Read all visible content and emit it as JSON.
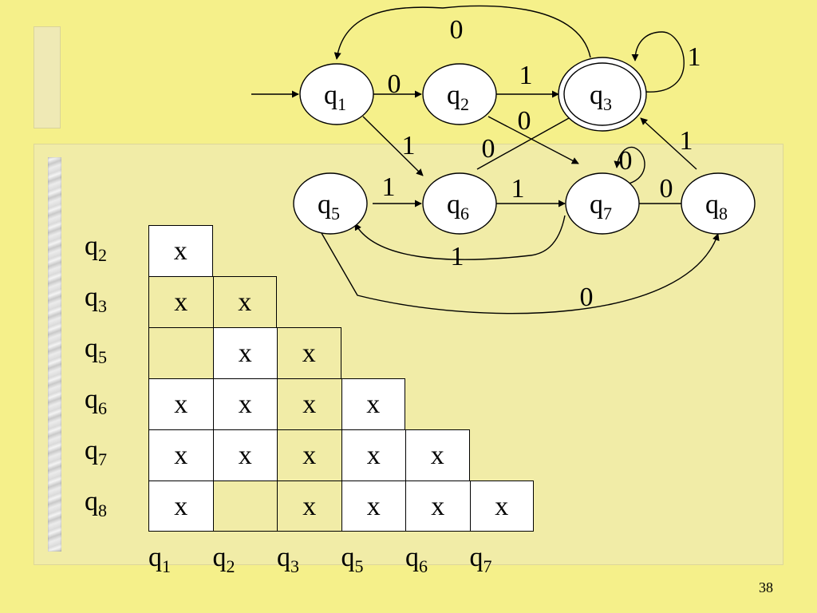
{
  "states": [
    {
      "id": "q1",
      "base": "q",
      "sub": "1"
    },
    {
      "id": "q2",
      "base": "q",
      "sub": "2"
    },
    {
      "id": "q3",
      "base": "q",
      "sub": "3"
    },
    {
      "id": "q5",
      "base": "q",
      "sub": "5"
    },
    {
      "id": "q6",
      "base": "q",
      "sub": "6"
    },
    {
      "id": "q7",
      "base": "q",
      "sub": "7"
    },
    {
      "id": "q8",
      "base": "q",
      "sub": "8"
    }
  ],
  "start_state": "q1",
  "accepting_states": [
    "q3"
  ],
  "transitions": [
    {
      "from": "q3",
      "to": "q1",
      "symbol": "0"
    },
    {
      "from": "q3",
      "to": "q3",
      "symbol": "1"
    },
    {
      "from": "q1",
      "to": "q2",
      "symbol": "0"
    },
    {
      "from": "q2",
      "to": "q3",
      "symbol": "1"
    },
    {
      "from": "q2",
      "to": "q7",
      "symbol": "0"
    },
    {
      "from": "q1",
      "to": "q6",
      "symbol": "1"
    },
    {
      "from": "q6",
      "to": "q3",
      "symbol": "0"
    },
    {
      "from": "q8",
      "to": "q3",
      "symbol": "1"
    },
    {
      "from": "q7",
      "to": "q7",
      "symbol": "0"
    },
    {
      "from": "q5",
      "to": "q6",
      "symbol": "1"
    },
    {
      "from": "q6",
      "to": "q7",
      "symbol": "1"
    },
    {
      "from": "q8",
      "to": "q7",
      "symbol": "0"
    },
    {
      "from": "q7",
      "to": "q5",
      "symbol": "1"
    },
    {
      "from": "q5",
      "to": "q8",
      "symbol": "0"
    }
  ],
  "table": {
    "row_labels": [
      {
        "base": "q",
        "sub": "2"
      },
      {
        "base": "q",
        "sub": "3"
      },
      {
        "base": "q",
        "sub": "5"
      },
      {
        "base": "q",
        "sub": "6"
      },
      {
        "base": "q",
        "sub": "7"
      },
      {
        "base": "q",
        "sub": "8"
      }
    ],
    "col_labels": [
      {
        "base": "q",
        "sub": "1"
      },
      {
        "base": "q",
        "sub": "2"
      },
      {
        "base": "q",
        "sub": "3"
      },
      {
        "base": "q",
        "sub": "5"
      },
      {
        "base": "q",
        "sub": "6"
      },
      {
        "base": "q",
        "sub": "7"
      }
    ],
    "cells": [
      [
        "x"
      ],
      [
        "x",
        "x"
      ],
      [
        "",
        "x",
        "x"
      ],
      [
        "x",
        "x",
        "x",
        "x"
      ],
      [
        "x",
        "x",
        "x",
        "x",
        "x"
      ],
      [
        "x",
        "",
        "x",
        "x",
        "x",
        "x"
      ]
    ]
  },
  "page_number": "38"
}
